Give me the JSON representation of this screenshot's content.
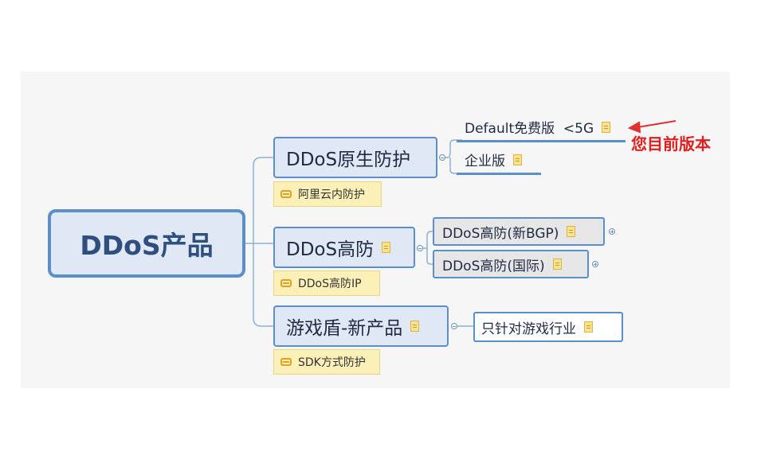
{
  "root": {
    "label": "DDoS产品"
  },
  "branches": [
    {
      "label": "DDoS原生防护",
      "tag": "阿里云内防护",
      "children": [
        {
          "label": "Default免费版  <5G"
        },
        {
          "label": "企业版"
        }
      ]
    },
    {
      "label": "DDoS高防",
      "tag": "DDoS高防IP",
      "children": [
        {
          "label": "DDoS高防(新BGP)"
        },
        {
          "label": "DDoS高防(国际)"
        }
      ]
    },
    {
      "label": "游戏盾-新产品",
      "tag": "SDK方式防护",
      "children": [
        {
          "label": "只针对游戏行业"
        }
      ]
    }
  ],
  "annotation": {
    "text": "您目前版本",
    "color": "#e02020"
  },
  "colors": {
    "border": "#5b8fca",
    "node_fill": "#dfe8f4",
    "tag_fill": "#fbf0b8"
  },
  "icons": {
    "note": "note-icon",
    "tag": "label-icon",
    "collapse": "collapse-icon",
    "expand": "expand-icon"
  }
}
